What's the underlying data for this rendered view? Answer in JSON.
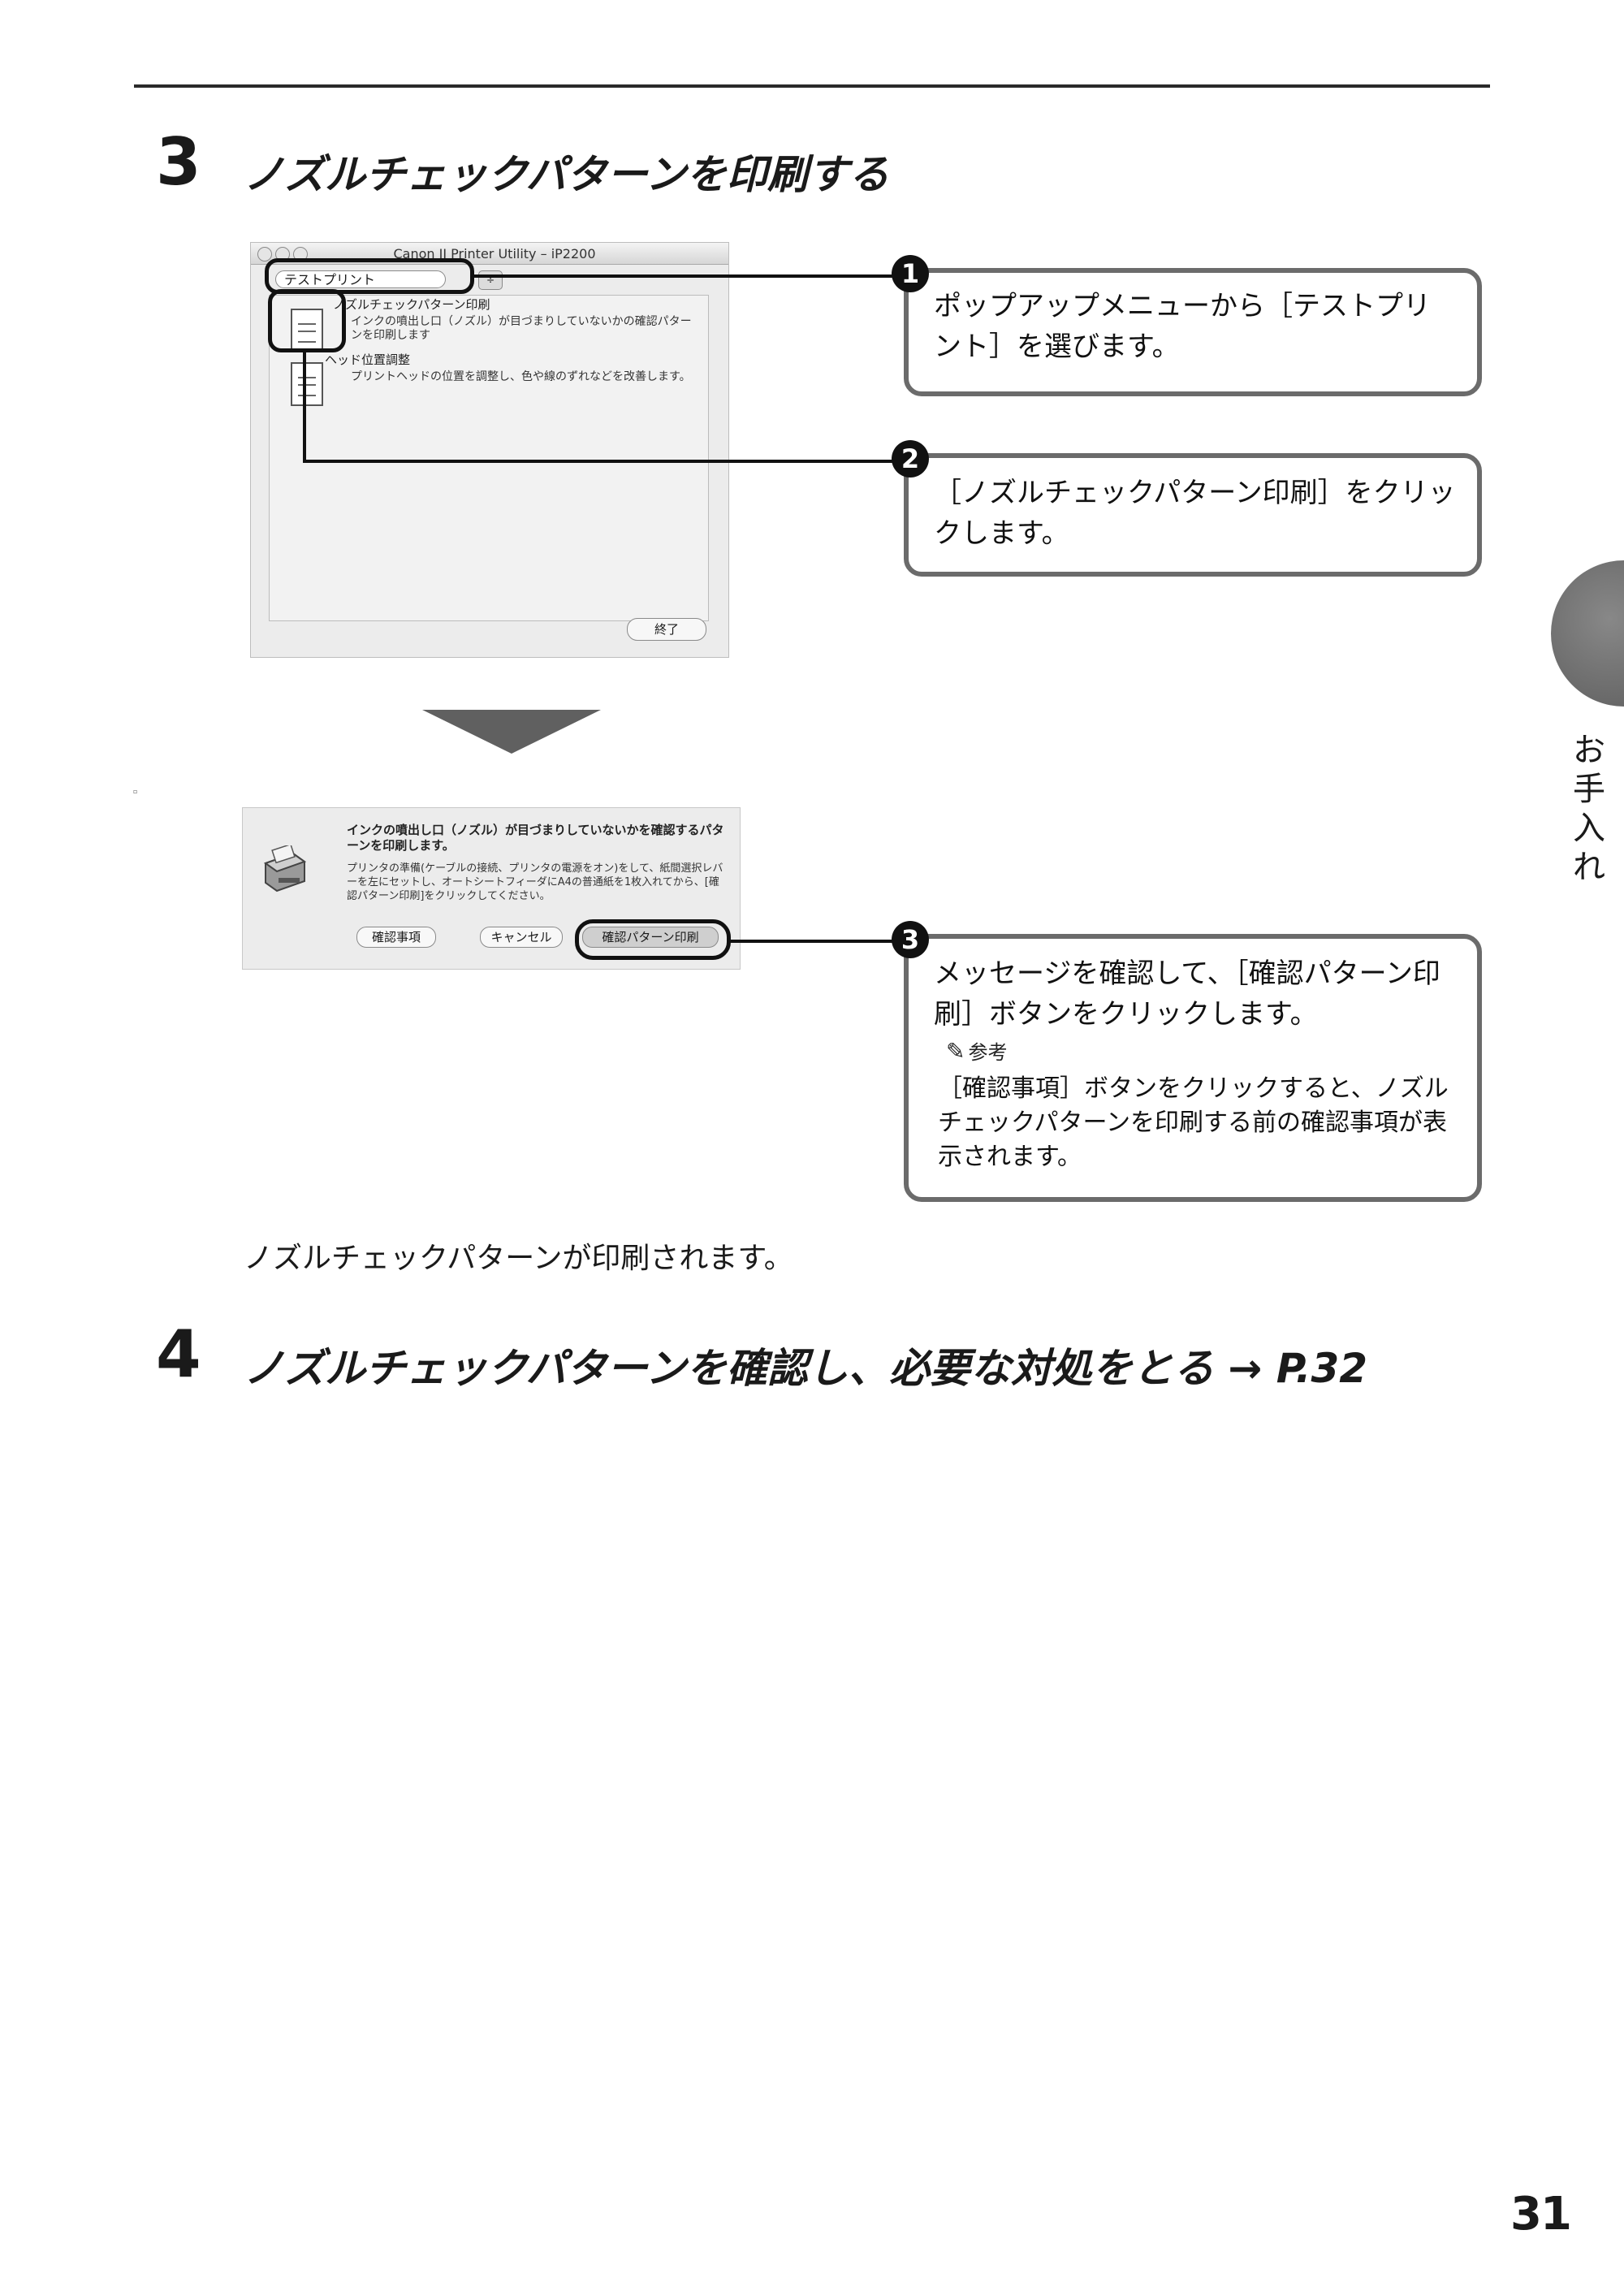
{
  "steps": [
    {
      "number": "3",
      "title": "ノズルチェックパターンを印刷する"
    },
    {
      "number": "4",
      "title": "ノズルチェックパターンを確認し、必要な対処をとる → P.32"
    }
  ],
  "window1": {
    "title": "Canon IJ Printer Utility – iP2200",
    "popup_value": "テストプリント",
    "popup_arrow": "÷",
    "items": [
      {
        "label": "ノズルチェックパターン印刷",
        "description": "インクの噴出し口（ノズル）が目づまりしていないかの確認パターンを印刷します"
      },
      {
        "label": "ヘッド位置調整",
        "description": "プリントヘッドの位置を調整し、色や線のずれなどを改善します。"
      }
    ],
    "end_button": "終了"
  },
  "window2": {
    "title": "インクの噴出し口（ノズル）が目づまりしていないかを確認するパターンを印刷します。",
    "body": "プリンタの準備(ケーブルの接続、プリンタの電源をオン)をして、紙間選択レバーを左にセットし、オートシートフィーダにA4の普通紙を1枚入れてから、[確認パターン印刷]をクリックしてください。",
    "buttons": {
      "confirm_items": "確認事項",
      "cancel": "キャンセル",
      "print_pattern": "確認パターン印刷"
    }
  },
  "callouts": [
    {
      "badge": "1",
      "text": "ポップアップメニューから［テストプリント］を選びます。"
    },
    {
      "badge": "2",
      "text": "［ノズルチェックパターン印刷］をクリックします。"
    },
    {
      "badge": "3",
      "text": "メッセージを確認して、［確認パターン印刷］ボタンをクリックします。"
    }
  ],
  "note": {
    "label": "参考",
    "text": "［確認事項］ボタンをクリックすると、ノズルチェックパターンを印刷する前の確認事項が表示されます。"
  },
  "result": "ノズルチェックパターンが印刷されます。",
  "side_tab": "お手入れ",
  "page_number": "31",
  "colors": {
    "callout_border": "#6b6b6b",
    "highlight": "#111111",
    "side_tab": "#6a6a6a"
  }
}
